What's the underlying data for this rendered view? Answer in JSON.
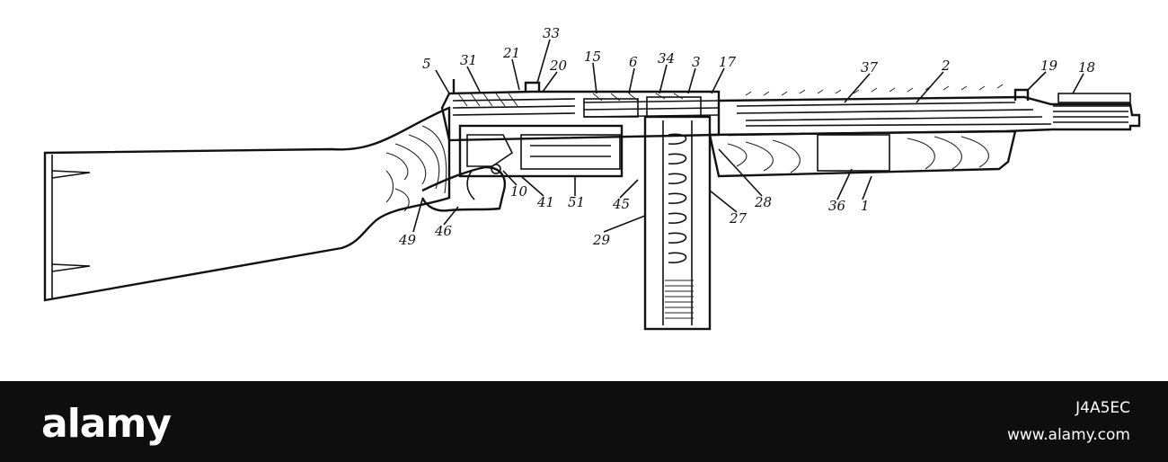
{
  "diagram": {
    "callouts": [
      "5",
      "31",
      "21",
      "33",
      "20",
      "15",
      "6",
      "34",
      "3",
      "17",
      "37",
      "2",
      "19",
      "18",
      "10",
      "41",
      "51",
      "45",
      "28",
      "36",
      "1",
      "27",
      "29",
      "49",
      "46"
    ]
  },
  "footer": {
    "brand": "alamy",
    "image_id": "J4A5EC",
    "site": "www.alamy.com"
  },
  "colors": {
    "ink": "#111111",
    "background": "#ffffff",
    "footer_bg": "#0e0e0e",
    "footer_text": "#ffffff"
  }
}
